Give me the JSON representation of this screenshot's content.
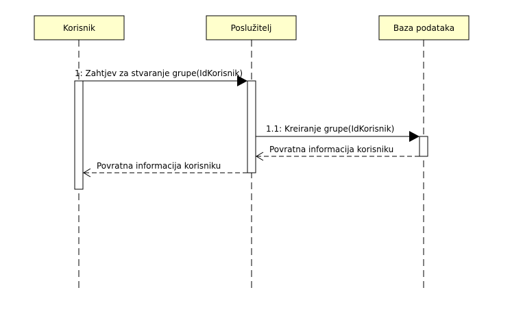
{
  "lifelines": [
    {
      "name": "Korisnik"
    },
    {
      "name": "Poslužitelj"
    },
    {
      "name": "Baza podataka"
    }
  ],
  "messages": [
    {
      "label": "1: Zahtjev za stvaranje grupe(IdKorisnik)",
      "from": "Korisnik",
      "to": "Poslužitelj",
      "kind": "call"
    },
    {
      "label": "1.1: Kreiranje grupe(IdKorisnik)",
      "from": "Poslužitelj",
      "to": "Baza podataka",
      "kind": "call"
    },
    {
      "label": "Povratna informacija korisniku",
      "from": "Baza podataka",
      "to": "Poslužitelj",
      "kind": "return"
    },
    {
      "label": "Povratna informacija korisniku",
      "from": "Poslužitelj",
      "to": "Korisnik",
      "kind": "return"
    }
  ],
  "colors": {
    "header_fill": "#ffffcc",
    "header_stroke": "#000000",
    "line": "#000000"
  }
}
